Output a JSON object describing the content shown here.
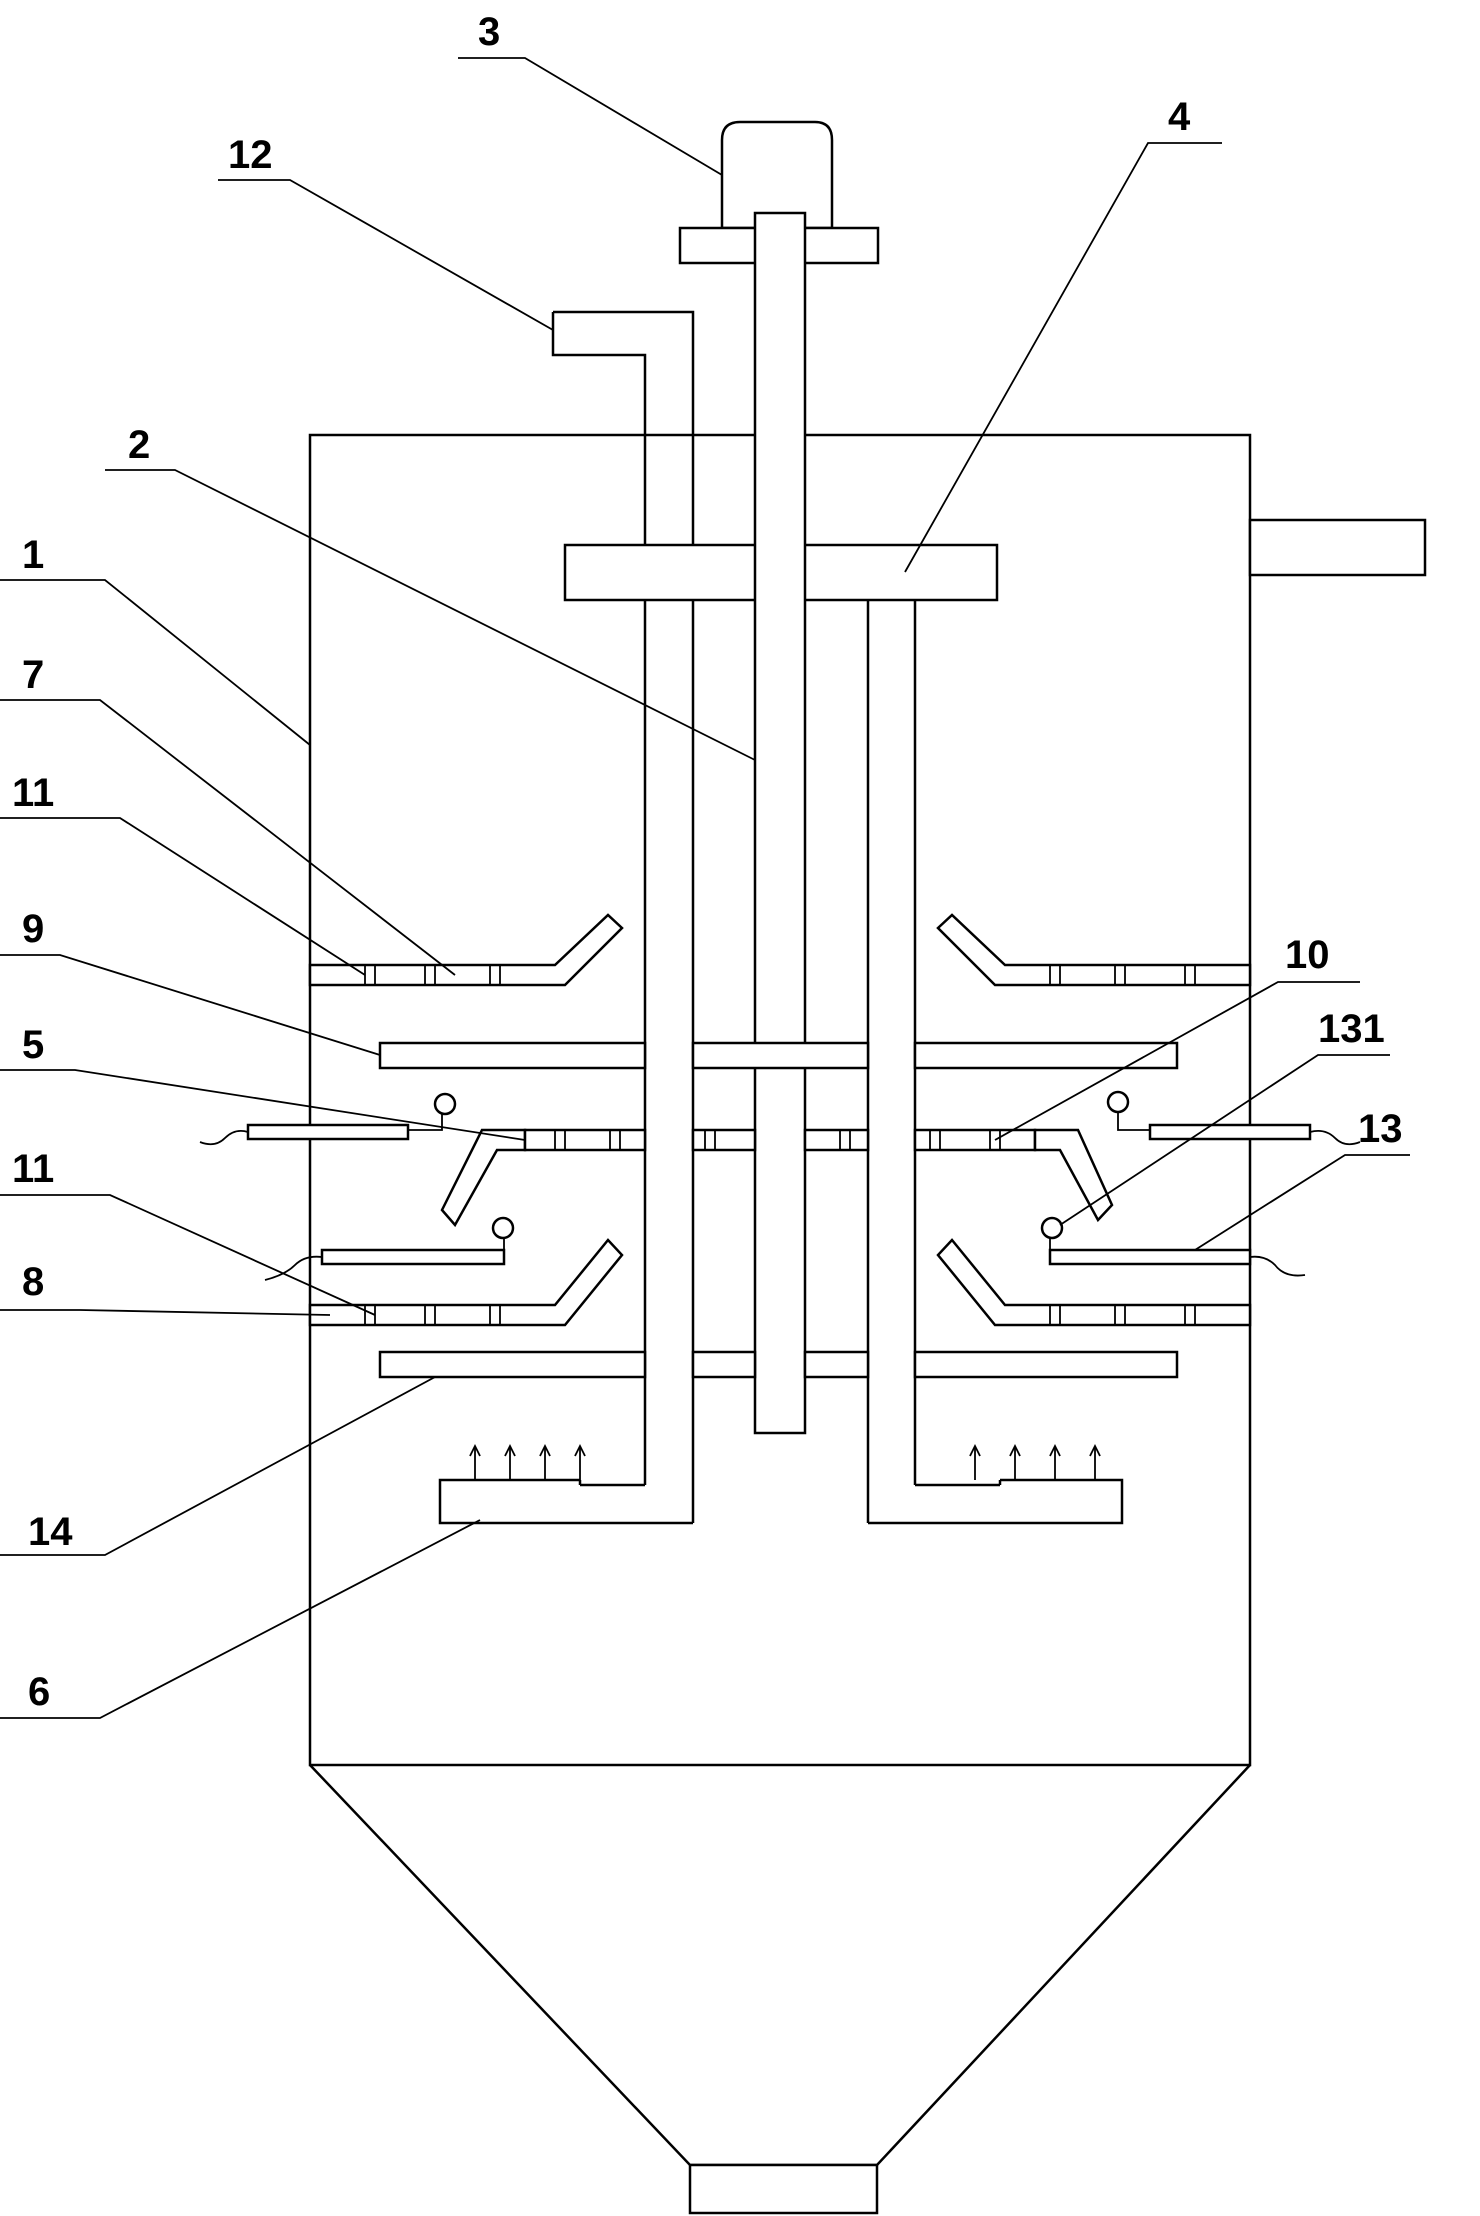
{
  "labels": {
    "l1": "1",
    "l2": "2",
    "l3": "3",
    "l4": "4",
    "l5": "5",
    "l6": "6",
    "l7": "7",
    "l8": "8",
    "l9": "9",
    "l10": "10",
    "l11a": "11",
    "l11b": "11",
    "l12": "12",
    "l13": "13",
    "l14": "14",
    "l131": "131"
  },
  "colors": {
    "line": "#000000",
    "background": "#ffffff"
  }
}
